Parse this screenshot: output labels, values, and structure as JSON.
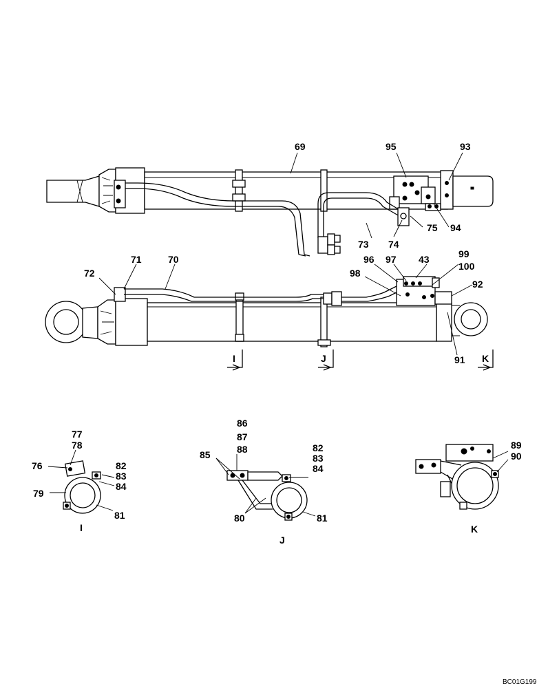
{
  "labels": {
    "l69": "69",
    "l95": "95",
    "l93": "93",
    "l75": "75",
    "l94": "94",
    "l73": "73",
    "l74": "74",
    "l71": "71",
    "l70": "70",
    "l72": "72",
    "l96": "96",
    "l97": "97",
    "l43": "43",
    "l99": "99",
    "l100": "100",
    "l98": "98",
    "l92": "92",
    "l91": "91",
    "l77": "77",
    "l78": "78",
    "l76": "76",
    "l79": "79",
    "l82a": "82",
    "l83a": "83",
    "l84a": "84",
    "l81a": "81",
    "l86": "86",
    "l87": "87",
    "l88": "88",
    "l85": "85",
    "l82b": "82",
    "l83b": "83",
    "l84b": "84",
    "l80": "80",
    "l81b": "81",
    "l89": "89",
    "l90": "90"
  },
  "view_markers": {
    "i": "I",
    "j": "J",
    "k": "K"
  },
  "view_titles": {
    "i": "I",
    "j": "J",
    "k": "K"
  },
  "drawing_code": "BC01G199"
}
